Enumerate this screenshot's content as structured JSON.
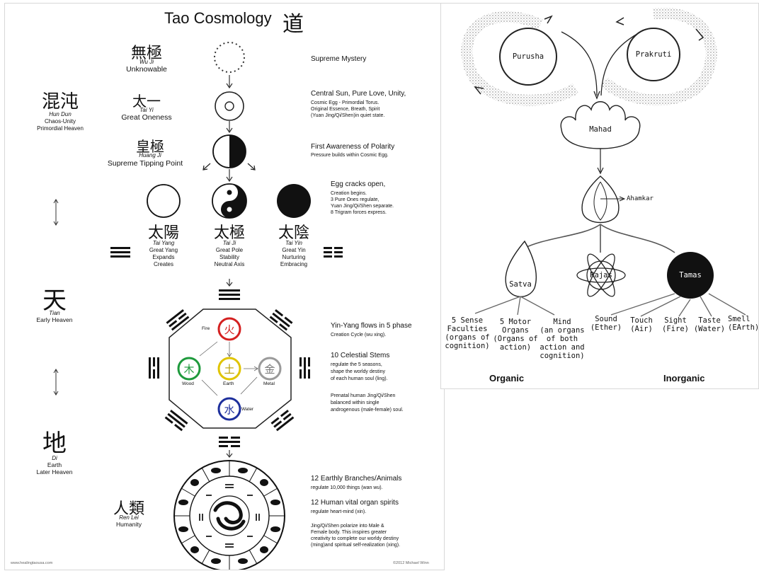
{
  "tao": {
    "title": "Tao Cosmology",
    "title_glyph": "道",
    "wuji": {
      "cn": "無極",
      "py": "Wu Ji",
      "en": "Unknowable",
      "desc": "Supreme Mystery"
    },
    "taiyi": {
      "cn": "太一",
      "py": "Tai Yi",
      "en": "Great Oneness",
      "desc_h": "Central Sun, Pure Love, Unity,",
      "desc": [
        "Cosmic Egg - Primordial Torus.",
        "Original Essence, Breath, Spirit",
        "(Yuan Jing/Qi/Shen)in quiet state."
      ]
    },
    "hundun": {
      "cn": "混沌",
      "py": "Hun Dun",
      "en1": "Chaos-Unity",
      "en2": "Primordial Heaven"
    },
    "huangji": {
      "cn": "皇極",
      "py": "Huang Ji",
      "en": "Supreme Tipping Point",
      "desc_h": "First Awareness of Polarity",
      "desc": [
        "Pressure builds within Cosmic Egg."
      ]
    },
    "egg": {
      "desc_h": "Egg cracks open,",
      "desc": [
        "Creation begins.",
        "3 Pure Ones regulate,",
        "Yuan Jing/Qi/Shen separate.",
        "8 Trigram forces express."
      ]
    },
    "triad": [
      {
        "cn": "太陽",
        "py": "Tai Yang",
        "l1": "Great Yang",
        "l2": "Expands",
        "l3": "Creates"
      },
      {
        "cn": "太極",
        "py": "Tai Ji",
        "l1": "Great Pole",
        "l2": "Stability",
        "l3": "Neutral Axis"
      },
      {
        "cn": "太陰",
        "py": "Tai Yin",
        "l1": "Great Yin",
        "l2": "Nurturing",
        "l3": "Embracing"
      }
    ],
    "tian": {
      "cn": "天",
      "py": "Tian",
      "en": "Early Heaven"
    },
    "di": {
      "cn": "地",
      "py": "Di",
      "en1": "Earth",
      "en2": "Later Heaven"
    },
    "renlei": {
      "cn": "人類",
      "py": "Ren Lei",
      "en": "Humanity"
    },
    "elements": [
      {
        "cn": "火",
        "en": "Fire",
        "color": "#d42020"
      },
      {
        "cn": "木",
        "en": "Wood",
        "color": "#1e9a3c"
      },
      {
        "cn": "土",
        "en": "Earth",
        "color": "#e0c400"
      },
      {
        "cn": "金",
        "en": "Metal",
        "color": "#9a9a9a"
      },
      {
        "cn": "水",
        "en": "Water",
        "color": "#1d2f9c"
      }
    ],
    "phase": {
      "desc_h": "Yin-Yang flows in 5 phase",
      "desc": [
        "Creation Cycle (wu xing)."
      ]
    },
    "stems": {
      "desc_h": "10 Celestial Stems",
      "desc": [
        "regulate the 5 seasons,",
        "shape the worldy destiny",
        "of each human soul (ling)."
      ]
    },
    "prenatal": {
      "desc": [
        "Prenatal human Jing/Qi/Shen",
        "balanced within single",
        "androgenous (male-female) soul."
      ]
    },
    "branches": {
      "desc_h": "12 Earthly Branches/Animals",
      "desc": [
        "regulate 10,000 things (wan wu)."
      ]
    },
    "organs": {
      "desc_h": "12 Human vital organ spirits",
      "desc": [
        "regulate heart-mind (xin)."
      ]
    },
    "polarize": {
      "desc": [
        "Jing/Qi/Shen polarize into Male &",
        "Female body.  This inspires greater",
        "creativity to complete our worldy destiny",
        "(ming)and spiritual self-realization (xing)."
      ]
    },
    "footer_left": "www.healingtaousa.com",
    "footer_right": "©2012 Michael Winn"
  },
  "samkhya": {
    "purusha": "Purusha",
    "prakruti": "Prakruti",
    "mahad": "Mahad",
    "ahamkar": "Ahamkar",
    "satva": "Satva",
    "rajas": "Rajas",
    "tamas": "Tamas",
    "organic_items": [
      [
        "5 Sense",
        "Faculties",
        "(organs of",
        "cognition)"
      ],
      [
        "5 Motor",
        "Organs",
        "(Organs of",
        "action)"
      ],
      [
        "Mind",
        "(an organs",
        "of both",
        "action and",
        "cognition)"
      ]
    ],
    "inorganic_items": [
      [
        "Sound",
        "(Ether)"
      ],
      [
        "Touch",
        "(Air)"
      ],
      [
        "Sight",
        "(Fire)"
      ],
      [
        "Taste",
        "(Water)"
      ],
      [
        "Smell",
        "(EArth)"
      ]
    ],
    "organic_label": "Organic",
    "inorganic_label": "Inorganic"
  }
}
